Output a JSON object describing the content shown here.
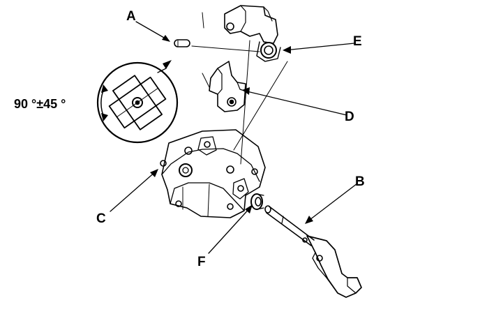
{
  "colors": {
    "ink": "#000000",
    "paper": "#ffffff"
  },
  "labels": {
    "A": "A",
    "B": "B",
    "C": "C",
    "D": "D",
    "E": "E",
    "F": "F"
  },
  "angle_spec": "90 °±45 °",
  "parts": [
    {
      "callout": "A",
      "icon": "pin-icon"
    },
    {
      "callout": "B",
      "icon": "lever-shaft-icon"
    },
    {
      "callout": "C",
      "icon": "housing-icon"
    },
    {
      "callout": "D",
      "icon": "bracket-icon"
    },
    {
      "callout": "E",
      "icon": "cam-holder-icon"
    },
    {
      "callout": "F",
      "icon": "seal-icon"
    }
  ]
}
